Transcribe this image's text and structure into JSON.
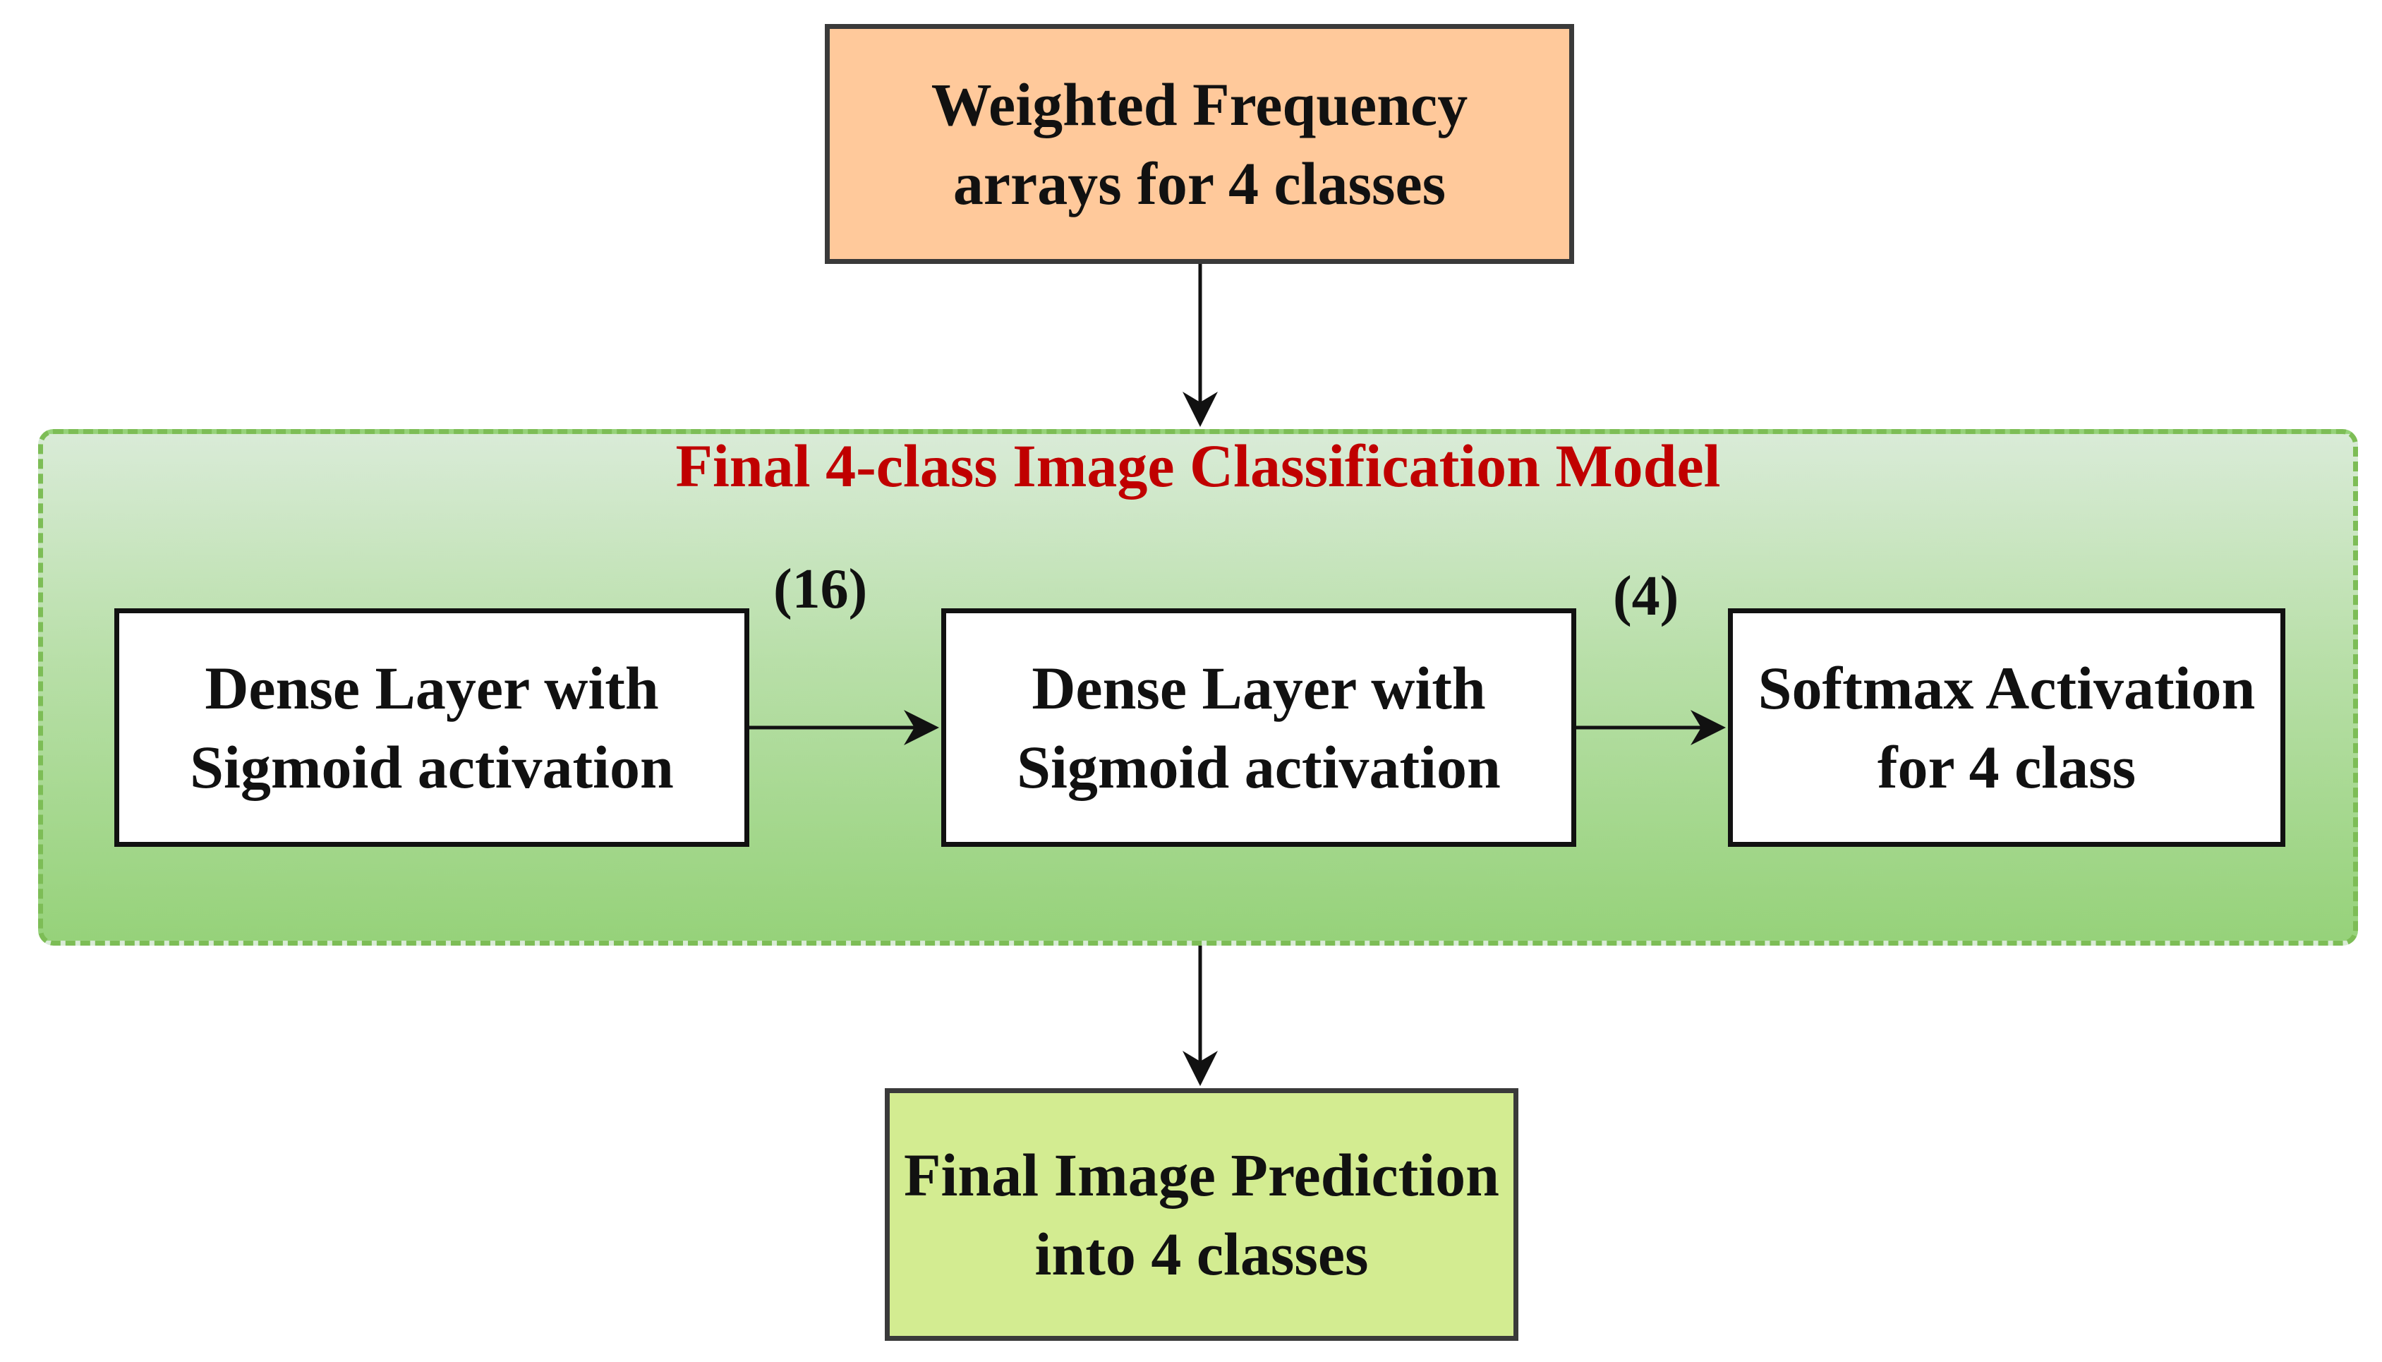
{
  "input_box": {
    "line1": "Weighted Frequency",
    "line2": "arrays for 4 classes"
  },
  "model": {
    "title": "Final 4-class Image Classification Model",
    "layer1": {
      "line1": "Dense Layer with",
      "line2": "Sigmoid  activation"
    },
    "layer2": {
      "line1": "Dense Layer with",
      "line2": "Sigmoid  activation"
    },
    "layer3": {
      "line1": "Softmax Activation",
      "line2": "for 4 class"
    },
    "units1": "(16)",
    "units2": "(4)"
  },
  "output_box": {
    "line1": "Final Image Prediction",
    "line2": "into 4 classes"
  },
  "colors": {
    "input_fill": "#ffc99b",
    "output_fill": "#d3ec91",
    "group_border": "#7dbd56",
    "title": "#c00000"
  }
}
